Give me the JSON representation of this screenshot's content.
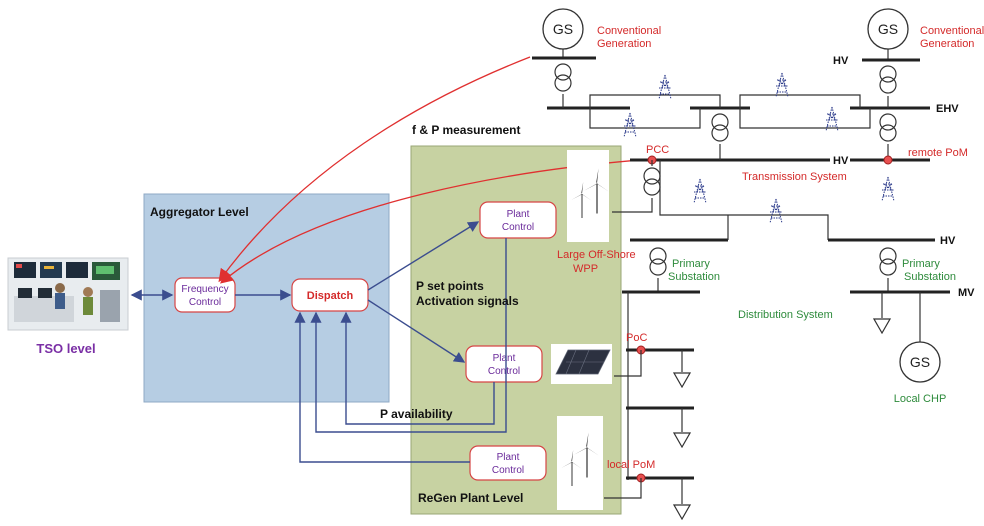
{
  "regions": {
    "aggregator_title": "Aggregator Level",
    "regen_title": "ReGen Plant Level",
    "tso_label": "TSO level"
  },
  "controls": {
    "frequency_control": [
      "Frequency",
      "Control"
    ],
    "dispatch": "Dispatch",
    "plant_control": [
      "Plant",
      "Control"
    ]
  },
  "signals": {
    "measurement": "f & P measurement",
    "setpoints": [
      "P set points",
      "Activation signals"
    ],
    "availability": "P availability"
  },
  "generators": {
    "gs": "GS",
    "conventional": [
      "Conventional",
      "Generation"
    ],
    "local_chp": "Local CHP"
  },
  "grid": {
    "hv": "HV",
    "ehv": "EHV",
    "mv": "MV",
    "pcc": "PCC",
    "remote_pom": "remote PoM",
    "poc": "PoC",
    "local_pom": "local PoM",
    "transmission": "Transmission System",
    "distribution": "Distribution System",
    "primary_substation": [
      "Primary",
      "Substation"
    ],
    "wpp": [
      "Large Off-Shore",
      "WPP"
    ]
  },
  "colors": {
    "aggregator_fill": "#b6cde3",
    "regen_fill": "#c7d2a2",
    "arrow_blue": "#3b4d8f",
    "arrow_red": "#e03030",
    "text_red": "#d42a2a",
    "text_green": "#2e8b3c",
    "text_purple": "#7a2fa5"
  }
}
